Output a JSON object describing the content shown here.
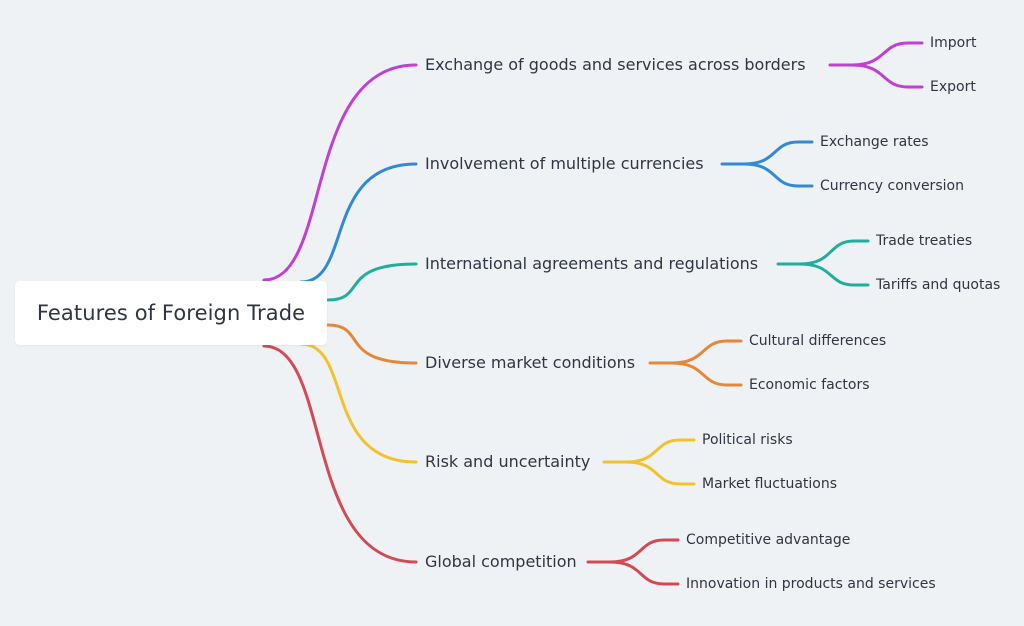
{
  "mindmap": {
    "root": {
      "label": "Features of Foreign Trade"
    },
    "branches": [
      {
        "label": "Exchange of goods and services across borders",
        "color": "#c13fd1",
        "children": [
          "Import",
          "Export"
        ]
      },
      {
        "label": "Involvement of multiple currencies",
        "color": "#3189d8",
        "children": [
          "Exchange rates",
          "Currency conversion"
        ]
      },
      {
        "label": "International agreements and regulations",
        "color": "#1fae9e",
        "children": [
          "Trade treaties",
          "Tariffs and quotas"
        ]
      },
      {
        "label": "Diverse market conditions",
        "color": "#e5873a",
        "children": [
          "Cultural differences",
          "Economic factors"
        ]
      },
      {
        "label": "Risk and uncertainty",
        "color": "#f2c12e",
        "children": [
          "Political risks",
          "Market fluctuations"
        ]
      },
      {
        "label": "Global competition",
        "color": "#d34a55",
        "children": [
          "Competitive advantage",
          "Innovation in products and services"
        ]
      }
    ]
  }
}
